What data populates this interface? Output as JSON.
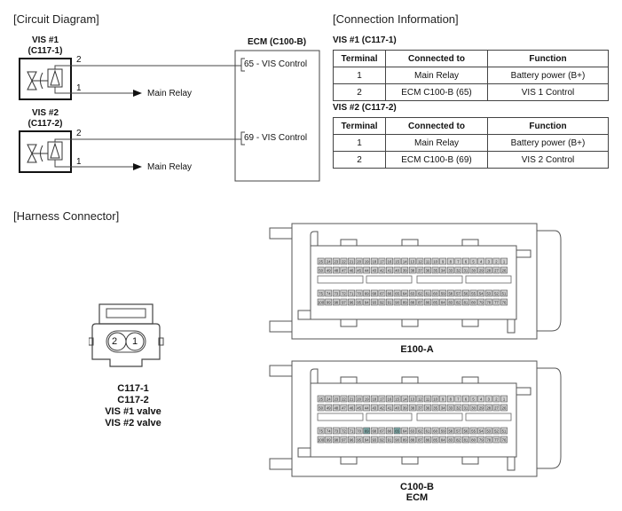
{
  "circuit": {
    "title": "[Circuit Diagram]",
    "vis1": {
      "name": "VIS #1",
      "connector": "(C117-1)",
      "pin2": "2",
      "pin1": "1",
      "relay": "Main Relay"
    },
    "vis2": {
      "name": "VIS #2",
      "connector": "(C117-2)",
      "pin2": "2",
      "pin1": "1",
      "relay": "Main Relay"
    },
    "ecm": {
      "title": "ECM (C100-B)",
      "pinA": "65 - VIS Control",
      "pinB": "69 - VIS Control"
    }
  },
  "connection": {
    "title": "[Connection Information]",
    "headers": [
      "Terminal",
      "Connected to",
      "Function"
    ],
    "tables": [
      {
        "title": "VIS #1 (C117-1)",
        "rows": [
          [
            "1",
            "Main Relay",
            "Battery power (B+)"
          ],
          [
            "2",
            "ECM C100-B (65)",
            "VIS 1 Control"
          ]
        ]
      },
      {
        "title": "VIS #2 (C117-2)",
        "rows": [
          [
            "1",
            "Main Relay",
            "Battery power (B+)"
          ],
          [
            "2",
            "ECM C100-B (69)",
            "VIS 2 Control"
          ]
        ]
      }
    ]
  },
  "harness": {
    "title": "[Harness Connector]",
    "c117": {
      "pin_left": "2",
      "pin_right": "1",
      "captions": [
        "C117-1",
        "C117-2",
        "VIS #1 valve",
        "VIS #2 valve"
      ]
    },
    "e100a": {
      "caption": "E100-A",
      "highlight": []
    },
    "c100b": {
      "caption1": "C100-B",
      "caption2": "ECM",
      "highlight": [
        65,
        69
      ]
    },
    "highlight_color": "#7fa9a8"
  }
}
